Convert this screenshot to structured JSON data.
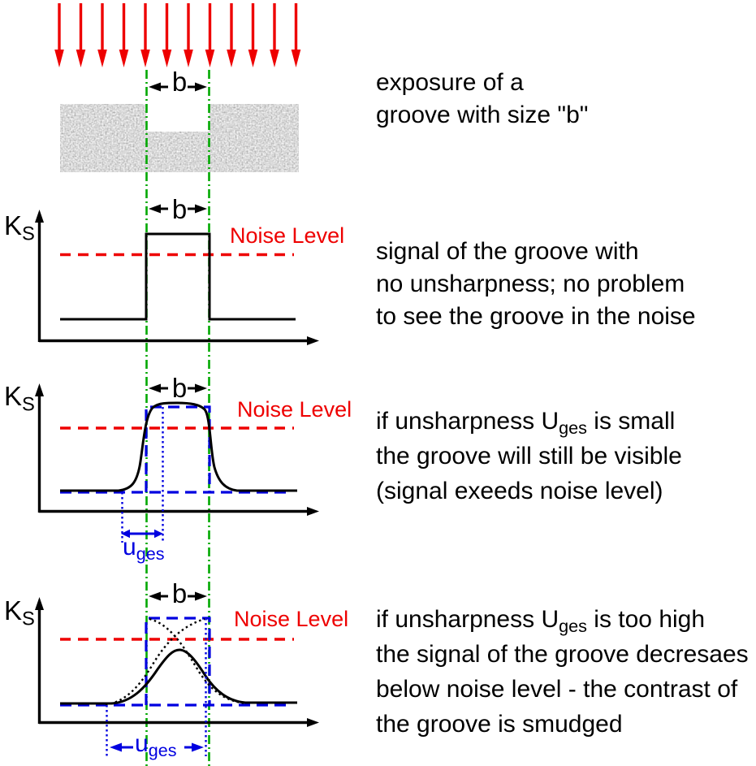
{
  "colors": {
    "beam_red": "#ee0000",
    "noise_red": "#ee0000",
    "edge_green": "#00a800",
    "unsharpness_blue": "#0000e0",
    "signal_black": "#000000"
  },
  "exposure": {
    "beam_arrow_count": 12,
    "b_label": "b",
    "caption": {
      "line1": "exposure of a",
      "line2": "groove with size \"b\""
    }
  },
  "sharp_signal": {
    "axis_label": {
      "main": "K",
      "sub": "S"
    },
    "b_label": "b",
    "noise_label": "Noise Level",
    "caption": {
      "line1": "signal of the groove with",
      "line2": "no unsharpness; no problem",
      "line3": "to see the groove in the noise"
    }
  },
  "small_unsharpness": {
    "axis_label": {
      "main": "K",
      "sub": "S"
    },
    "b_label": "b",
    "noise_label": "Noise Level",
    "u_label": {
      "main": "u",
      "sub": "ges"
    },
    "caption": {
      "line1_pre": "if unsharpness U",
      "line1_sub": "ges",
      "line1_post": " is small",
      "line2": "the groove will still be visible",
      "line3": "(signal exeeds noise level)"
    }
  },
  "high_unsharpness": {
    "axis_label": {
      "main": "K",
      "sub": "S"
    },
    "b_label": "b",
    "noise_label": "Noise Level",
    "u_label": {
      "main": "u",
      "sub": "ges"
    },
    "caption": {
      "line1_pre": "if unsharpness U",
      "line1_sub": "ges",
      "line1_post": " is too high",
      "line2": "the signal of the groove decresaes",
      "line3": "below noise level - the contrast of",
      "line4": "the groove is smudged"
    }
  }
}
